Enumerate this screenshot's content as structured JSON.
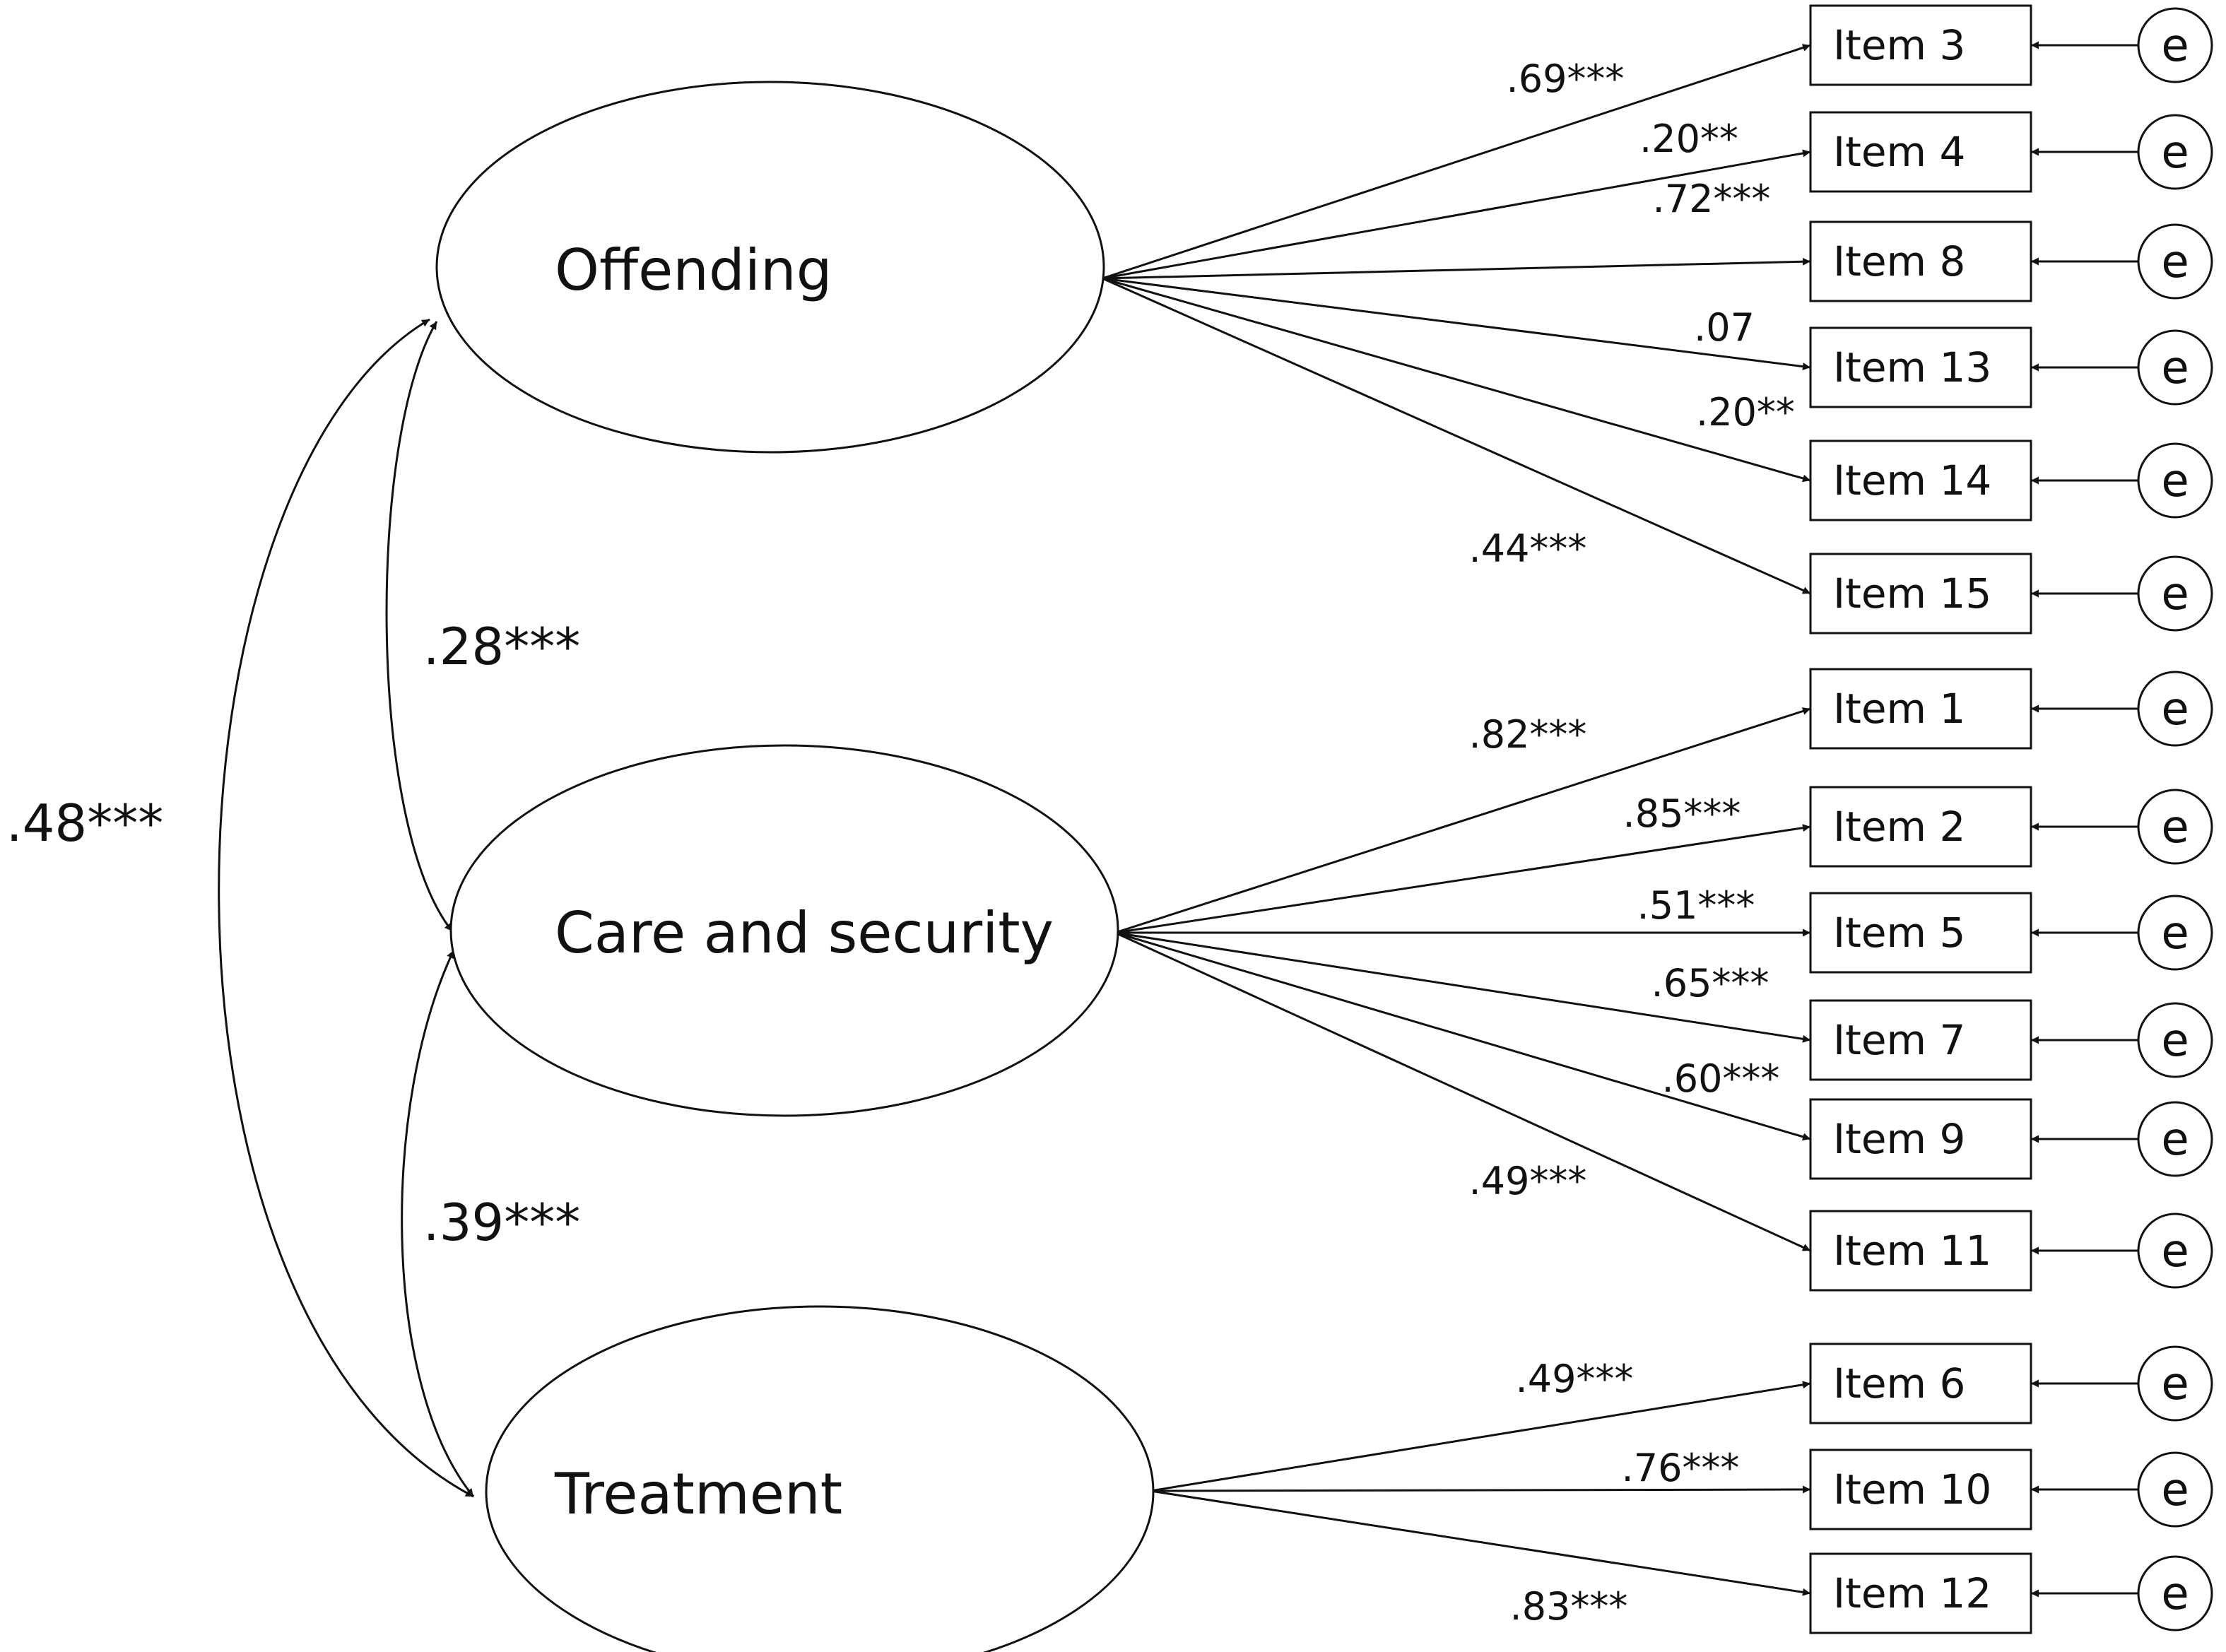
{
  "colors": {
    "stroke": "#111111",
    "background": "#ffffff"
  },
  "factors": [
    {
      "id": "offending",
      "label": "Offending"
    },
    {
      "id": "care",
      "label": "Care and security"
    },
    {
      "id": "treatment",
      "label": "Treatment"
    }
  ],
  "covariances": [
    {
      "from": "offending",
      "to": "care",
      "label": ".28***"
    },
    {
      "from": "care",
      "to": "treatment",
      "label": ".39***"
    },
    {
      "from": "offending",
      "to": "treatment",
      "label": ".48***"
    }
  ],
  "error_label": "e",
  "items": [
    {
      "label": "Item 3",
      "factor": "offending",
      "loading": ".69***"
    },
    {
      "label": "Item 4",
      "factor": "offending",
      "loading": ".20**"
    },
    {
      "label": "Item 8",
      "factor": "offending",
      "loading": ".72***"
    },
    {
      "label": "Item 13",
      "factor": "offending",
      "loading": ".07"
    },
    {
      "label": "Item 14",
      "factor": "offending",
      "loading": ".20**"
    },
    {
      "label": "Item 15",
      "factor": "offending",
      "loading": ".44***"
    },
    {
      "label": "Item 1",
      "factor": "care",
      "loading": ".82***"
    },
    {
      "label": "Item 2",
      "factor": "care",
      "loading": ".85***"
    },
    {
      "label": "Item 5",
      "factor": "care",
      "loading": ".51***"
    },
    {
      "label": "Item 7",
      "factor": "care",
      "loading": ".65***"
    },
    {
      "label": "Item 9",
      "factor": "care",
      "loading": ".60***"
    },
    {
      "label": "Item 11",
      "factor": "care",
      "loading": ".49***"
    },
    {
      "label": "Item 6",
      "factor": "treatment",
      "loading": ".49***"
    },
    {
      "label": "Item 10",
      "factor": "treatment",
      "loading": ".76***"
    },
    {
      "label": "Item 12",
      "factor": "treatment",
      "loading": ".83***"
    }
  ]
}
